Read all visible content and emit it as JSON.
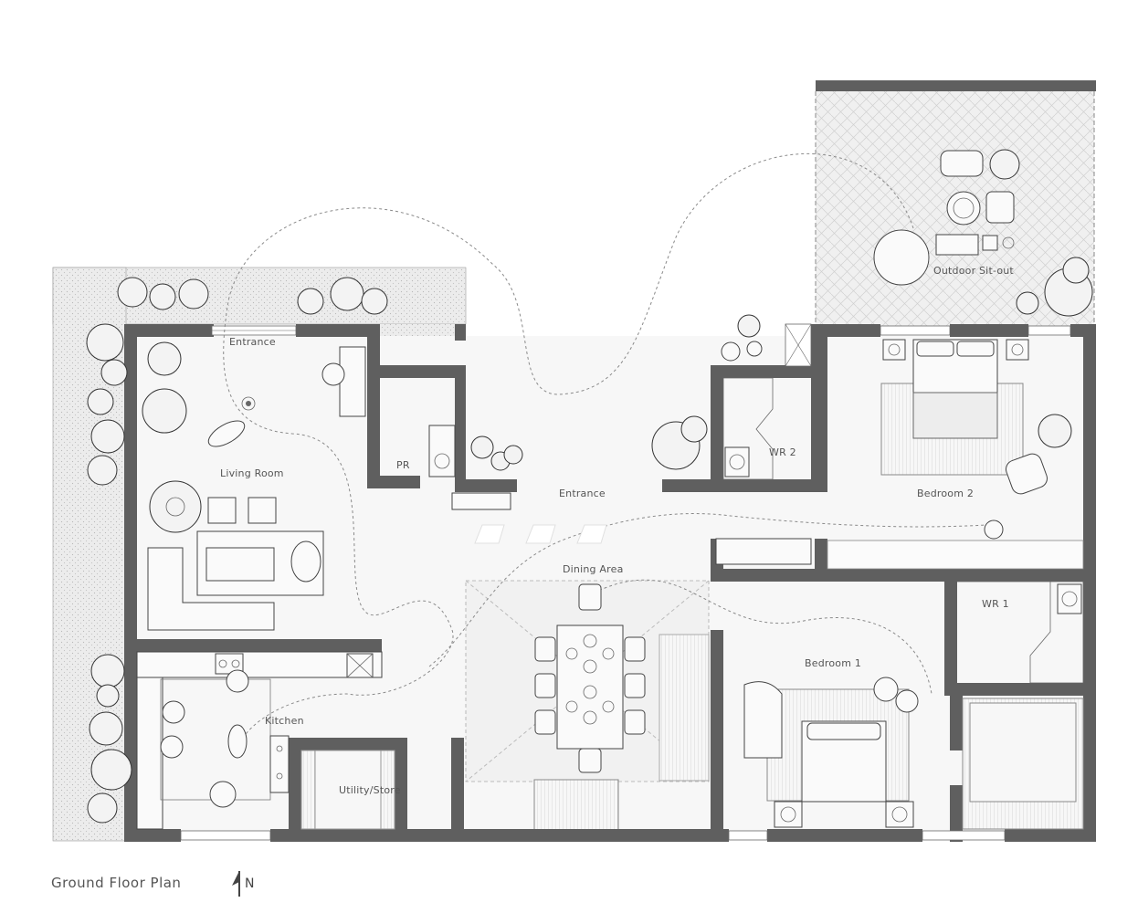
{
  "drawing": {
    "title": "Ground Floor Plan",
    "north_label": "N"
  },
  "rooms": {
    "entrance_top": "Entrance",
    "living_room": "Living Room",
    "pr": "PR",
    "entrance_mid": "Entrance",
    "wr2": "WR 2",
    "bedroom2": "Bedroom 2",
    "outdoor_sitout": "Outdoor Sit-out",
    "dining_area": "Dining Area",
    "wr1": "WR 1",
    "bedroom1": "Bedroom 1",
    "kitchen": "Kitchen",
    "utility_store": "Utility/Store"
  },
  "colors": {
    "wall": "#5f5f5f",
    "hatch": "#e9e9e9",
    "floor": "#f6f6f6",
    "line": "#444444"
  }
}
